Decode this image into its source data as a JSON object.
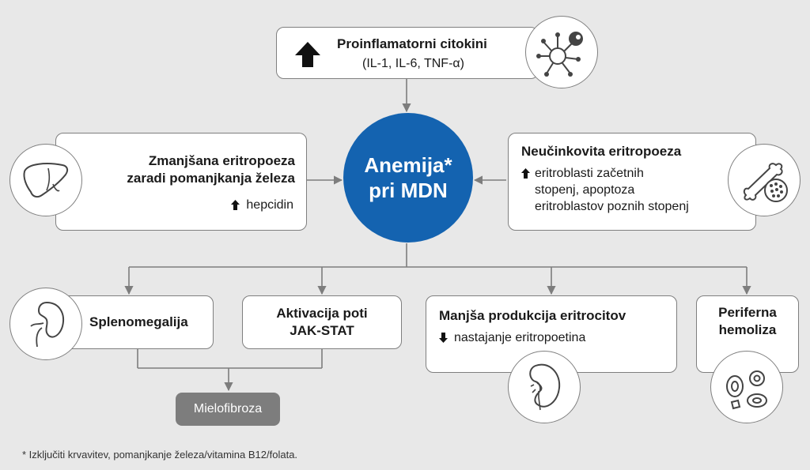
{
  "top": {
    "title": "Proinflamatorni citokini",
    "subtitle": "(IL-1, IL-6, TNF-α)"
  },
  "center": {
    "line1": "Anemija*",
    "line2": "pri MDN"
  },
  "left": {
    "title1": "Zmanjšana eritropoeza",
    "title2": "zaradi pomanjkanja železa",
    "detail": "hepcidin"
  },
  "right": {
    "title": "Neučinkovita eritropoeza",
    "detail1": "eritroblasti začetnih",
    "detail2": "stopenj, apoptoza",
    "detail3": "eritroblastov poznih stopenj"
  },
  "b1": {
    "title": "Splenomegalija"
  },
  "b2": {
    "title1": "Aktivacija poti",
    "title2": "JAK-STAT"
  },
  "b3": {
    "title": "Manjša produkcija eritrocitov",
    "detail": "nastajanje eritropoetina"
  },
  "b4": {
    "title1": "Periferna",
    "title2": "hemoliza"
  },
  "outcome": {
    "label": "Mielofibroza"
  },
  "footnote": "* Izključiti krvavitev, pomanjkanje železa/vitamina B12/folata.",
  "icons": {
    "top": "immune-cell-icon",
    "left": "liver-icon",
    "right": "bone-marrow-icon",
    "b1": "spleen-icon",
    "b3": "kidney-icon",
    "b4": "red-blood-cells-icon"
  },
  "colors": {
    "center": "#1463b0",
    "connector": "#7d7d7d",
    "background": "#e8e8e8"
  }
}
